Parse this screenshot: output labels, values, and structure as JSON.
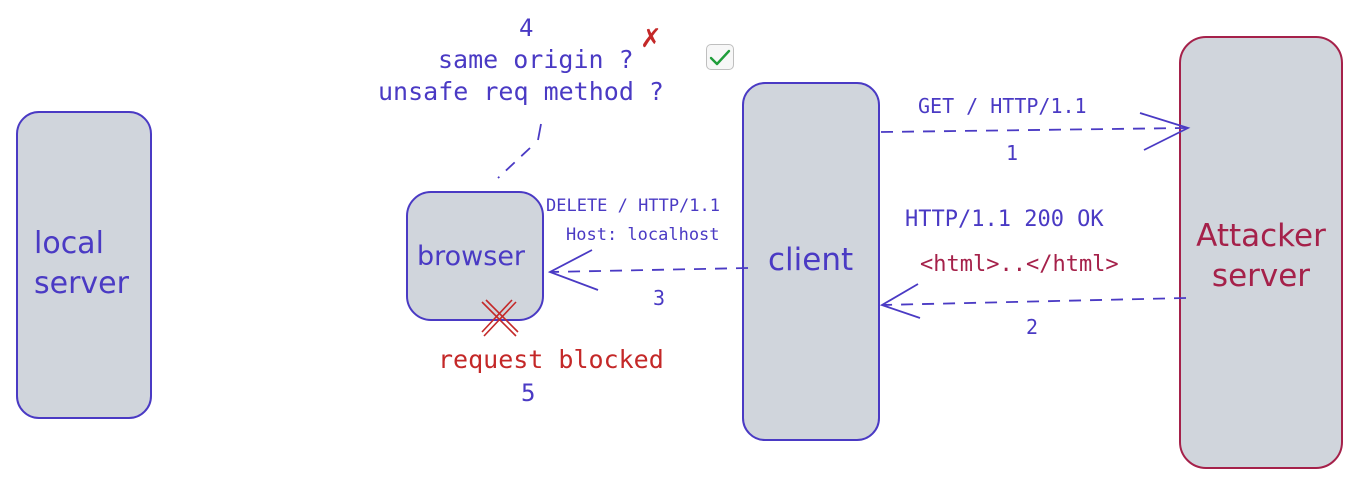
{
  "colors": {
    "blue": "#4a3ac4",
    "red": "#c42828",
    "maroon": "#a5214a",
    "box_fill": "#d0d5dc",
    "check_green": "#1f9d3a"
  },
  "nodes": {
    "local_server": "local\nserver",
    "browser": "browser",
    "client": "client",
    "attacker": "Attacker\nserver"
  },
  "top_checks": {
    "step": "4",
    "same_origin": "same origin ?",
    "unsafe_method": "unsafe req method ?",
    "fail_mark": "✗",
    "pass_mark": "✓"
  },
  "arrows": {
    "step1": {
      "label": "GET /  HTTP/1.1",
      "num": "1"
    },
    "step2": {
      "label": "HTTP/1.1 200 OK",
      "body": "<html>..</html>",
      "num": "2"
    },
    "step3": {
      "label_line1": "DELETE / HTTP/1.1",
      "label_line2": "Host: localhost",
      "num": "3"
    }
  },
  "blocked": {
    "text": "request blocked",
    "num": "5",
    "mark": "✗"
  },
  "icons": [
    "cross-mark-icon",
    "check-mark-icon",
    "arrow-head-icon"
  ]
}
